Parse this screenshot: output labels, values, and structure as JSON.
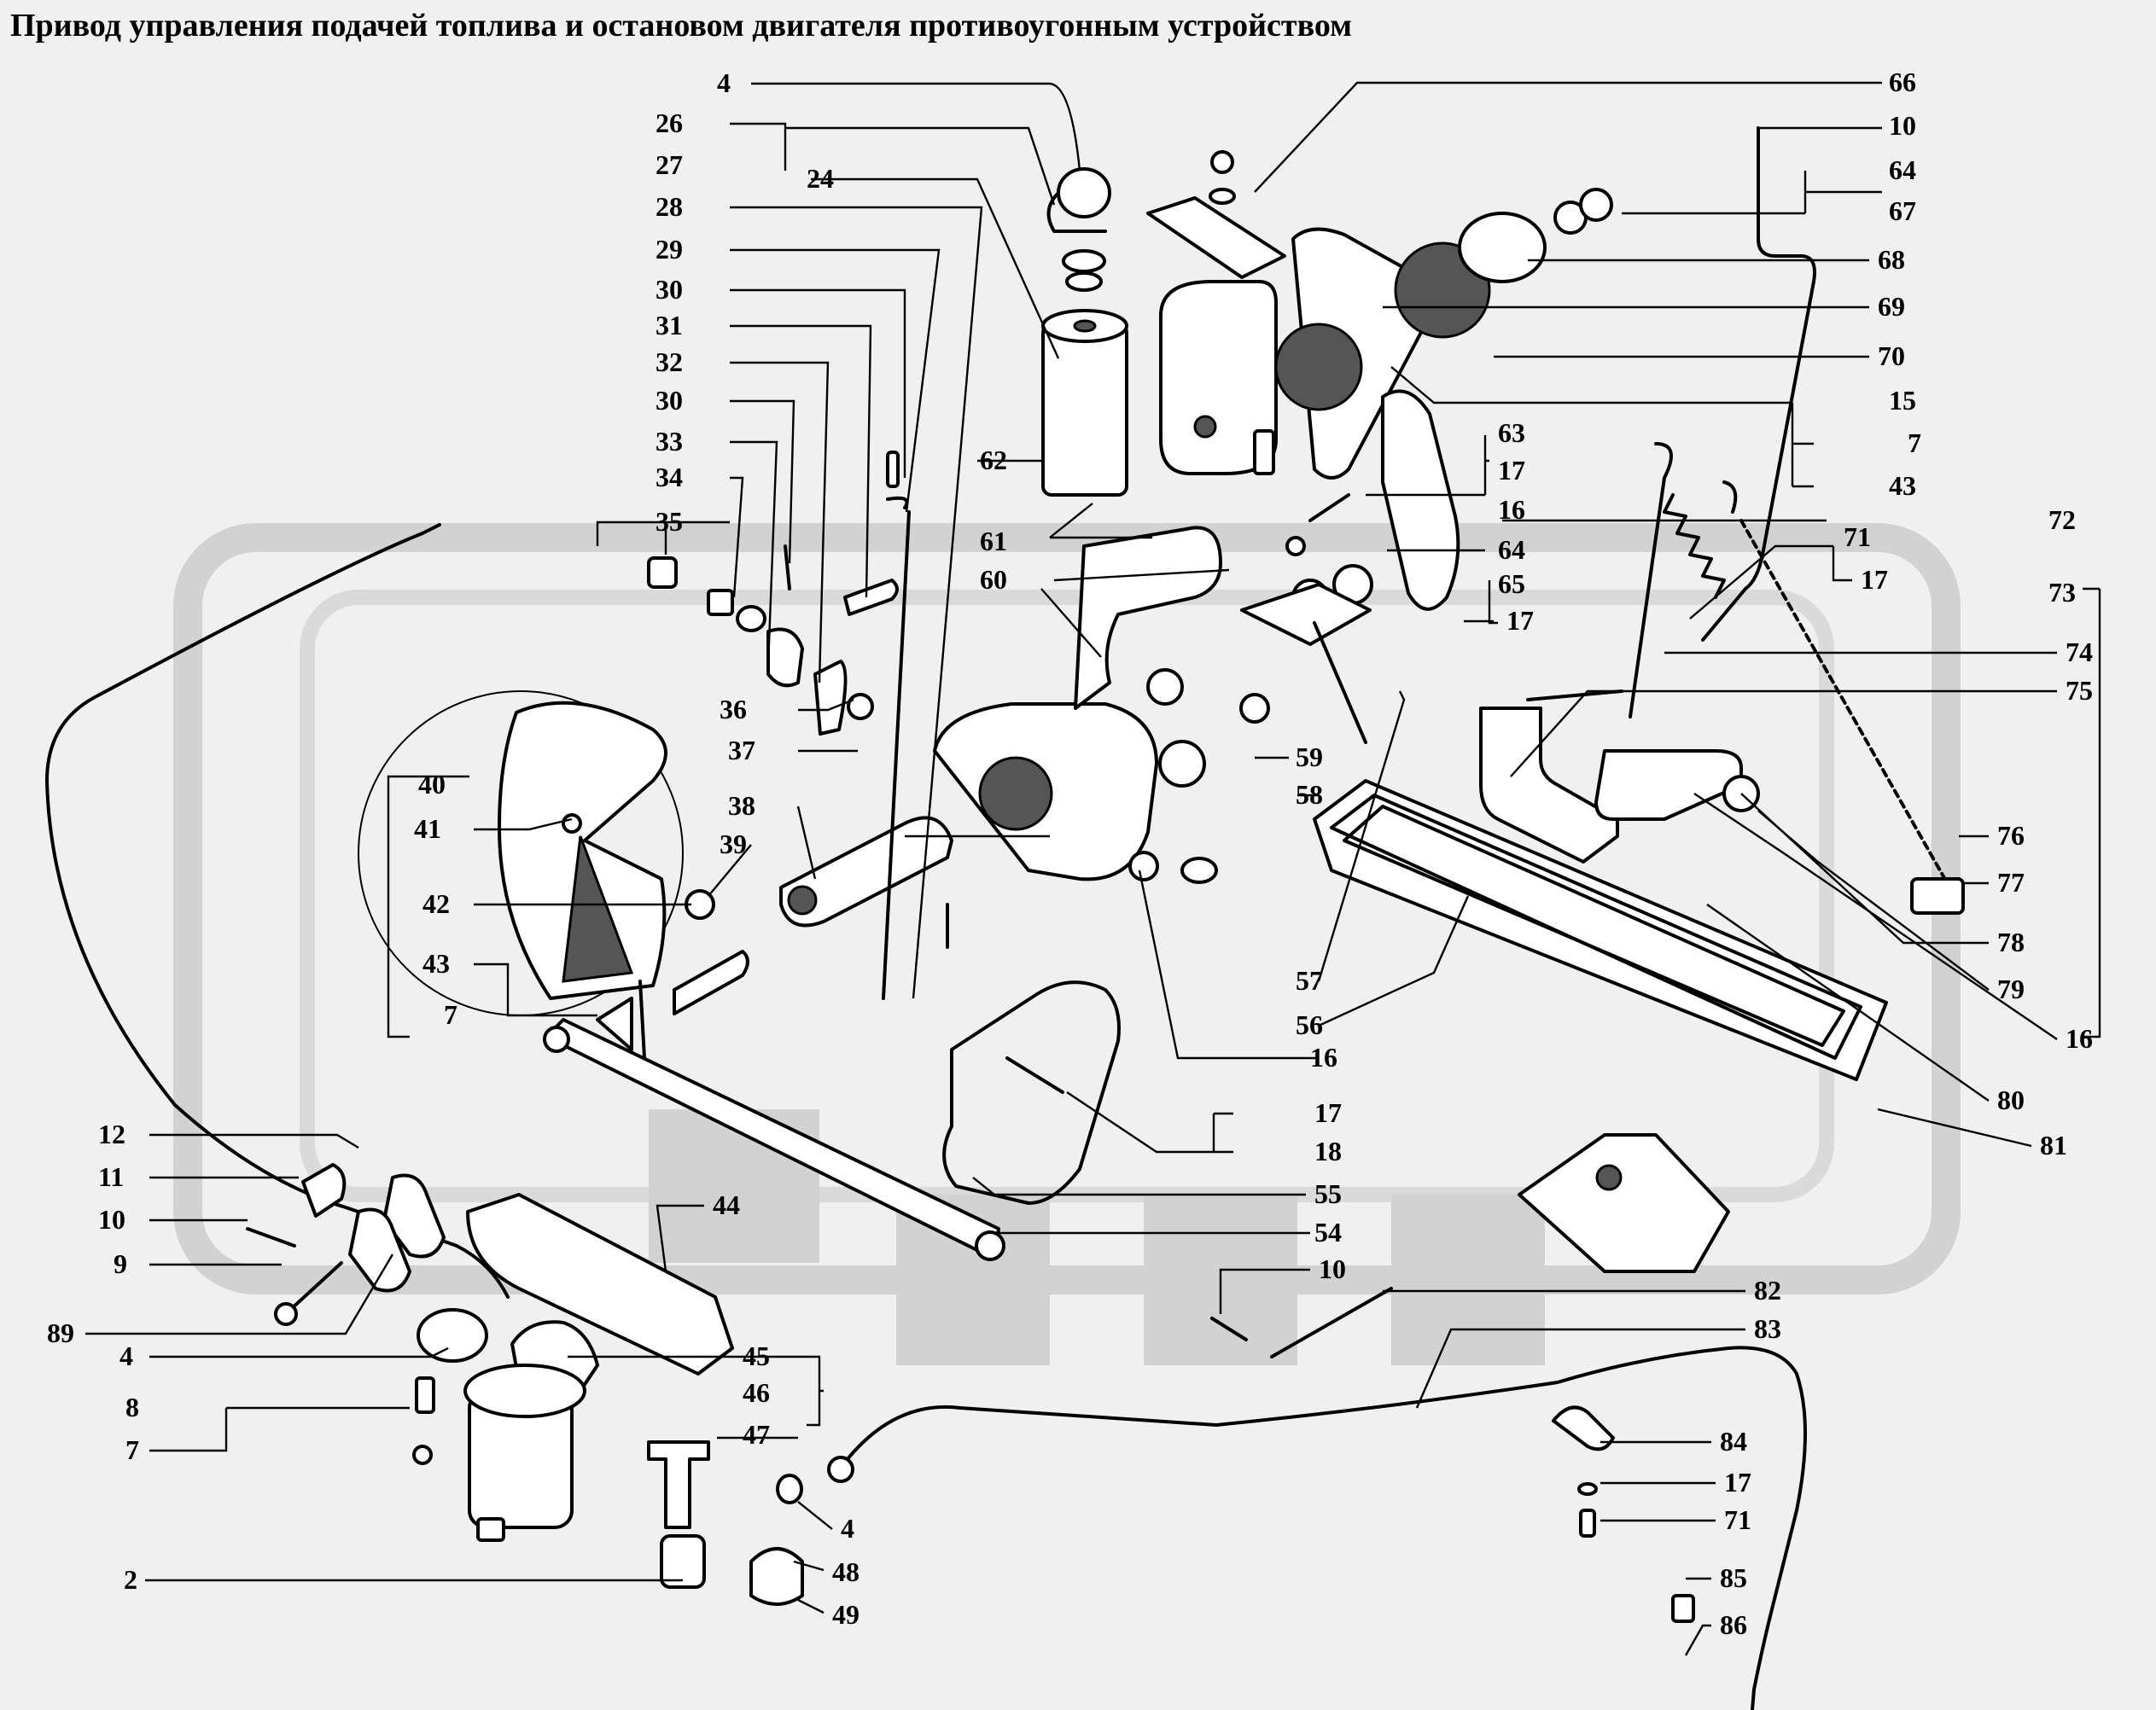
{
  "title": "Привод управления подачей топлива и остановом двигателя противоугонным устройством",
  "callouts": [
    {
      "id": "4a",
      "text": "4"
    },
    {
      "id": "26",
      "text": "26"
    },
    {
      "id": "27",
      "text": "27"
    },
    {
      "id": "24",
      "text": "24"
    },
    {
      "id": "28",
      "text": "28"
    },
    {
      "id": "29",
      "text": "29"
    },
    {
      "id": "30a",
      "text": "30"
    },
    {
      "id": "31",
      "text": "31"
    },
    {
      "id": "32",
      "text": "32"
    },
    {
      "id": "30b",
      "text": "30"
    },
    {
      "id": "33",
      "text": "33"
    },
    {
      "id": "34",
      "text": "34"
    },
    {
      "id": "35",
      "text": "35"
    },
    {
      "id": "62",
      "text": "62"
    },
    {
      "id": "61",
      "text": "61"
    },
    {
      "id": "60",
      "text": "60"
    },
    {
      "id": "36",
      "text": "36"
    },
    {
      "id": "37",
      "text": "37"
    },
    {
      "id": "40",
      "text": "40"
    },
    {
      "id": "38",
      "text": "38"
    },
    {
      "id": "41",
      "text": "41"
    },
    {
      "id": "39",
      "text": "39"
    },
    {
      "id": "42",
      "text": "42"
    },
    {
      "id": "43a",
      "text": "43"
    },
    {
      "id": "7a",
      "text": "7"
    },
    {
      "id": "66",
      "text": "66"
    },
    {
      "id": "10a",
      "text": "10"
    },
    {
      "id": "64a",
      "text": "64"
    },
    {
      "id": "67",
      "text": "67"
    },
    {
      "id": "68",
      "text": "68"
    },
    {
      "id": "69",
      "text": "69"
    },
    {
      "id": "70",
      "text": "70"
    },
    {
      "id": "15",
      "text": "15"
    },
    {
      "id": "7b",
      "text": "7"
    },
    {
      "id": "43b",
      "text": "43"
    },
    {
      "id": "63",
      "text": "63"
    },
    {
      "id": "17a",
      "text": "17"
    },
    {
      "id": "16a",
      "text": "16"
    },
    {
      "id": "72",
      "text": "72"
    },
    {
      "id": "64b",
      "text": "64"
    },
    {
      "id": "71a",
      "text": "71"
    },
    {
      "id": "17b",
      "text": "17"
    },
    {
      "id": "65",
      "text": "65"
    },
    {
      "id": "17c",
      "text": "17"
    },
    {
      "id": "73",
      "text": "73"
    },
    {
      "id": "74",
      "text": "74"
    },
    {
      "id": "75",
      "text": "75"
    },
    {
      "id": "59",
      "text": "59"
    },
    {
      "id": "58",
      "text": "58"
    },
    {
      "id": "76",
      "text": "76"
    },
    {
      "id": "77",
      "text": "77"
    },
    {
      "id": "78",
      "text": "78"
    },
    {
      "id": "57",
      "text": "57"
    },
    {
      "id": "79",
      "text": "79"
    },
    {
      "id": "56",
      "text": "56"
    },
    {
      "id": "16b",
      "text": "16"
    },
    {
      "id": "16c",
      "text": "16"
    },
    {
      "id": "80",
      "text": "80"
    },
    {
      "id": "17d",
      "text": "17"
    },
    {
      "id": "81",
      "text": "81"
    },
    {
      "id": "18",
      "text": "18"
    },
    {
      "id": "12",
      "text": "12"
    },
    {
      "id": "55",
      "text": "55"
    },
    {
      "id": "11",
      "text": "11"
    },
    {
      "id": "54",
      "text": "54"
    },
    {
      "id": "44",
      "text": "44"
    },
    {
      "id": "10b",
      "text": "10"
    },
    {
      "id": "9",
      "text": "9"
    },
    {
      "id": "10c",
      "text": "10"
    },
    {
      "id": "82",
      "text": "82"
    },
    {
      "id": "89",
      "text": "89"
    },
    {
      "id": "83",
      "text": "83"
    },
    {
      "id": "4b",
      "text": "4"
    },
    {
      "id": "45",
      "text": "45"
    },
    {
      "id": "8",
      "text": "8"
    },
    {
      "id": "46",
      "text": "46"
    },
    {
      "id": "7c",
      "text": "7"
    },
    {
      "id": "47",
      "text": "47"
    },
    {
      "id": "84",
      "text": "84"
    },
    {
      "id": "17e",
      "text": "17"
    },
    {
      "id": "4c",
      "text": "4"
    },
    {
      "id": "71b",
      "text": "71"
    },
    {
      "id": "48",
      "text": "48"
    },
    {
      "id": "2",
      "text": "2"
    },
    {
      "id": "85",
      "text": "85"
    },
    {
      "id": "49",
      "text": "49"
    },
    {
      "id": "86",
      "text": "86"
    }
  ]
}
